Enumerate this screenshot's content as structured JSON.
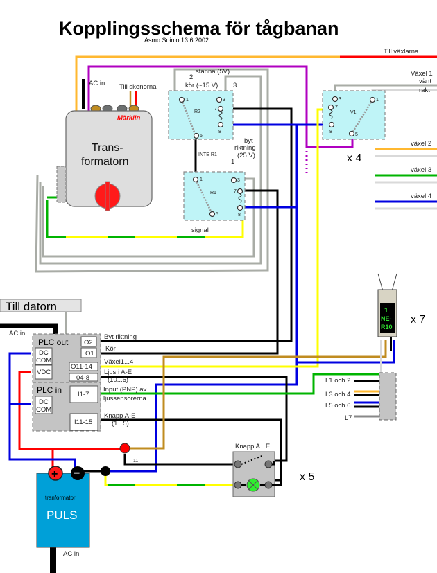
{
  "title": "Kopplingsschema för tågbanan",
  "subtitle": "Asmo Soinio 13.6.2002",
  "top_labels": {
    "till_vaxlarna": "Till växlarna",
    "ac_in": "AC in",
    "till_skenorna": "Till skenorna"
  },
  "transformer": {
    "brand": "Märklin",
    "line1": "Trans-",
    "line2": "formatorn"
  },
  "relay_r2": {
    "name": "R2",
    "stanna": "stanna (5V)",
    "kor": "kör (~15 V)",
    "wire_2": "2",
    "wire_3": "3",
    "t1": "1",
    "t3": "3",
    "t7": "7",
    "t8": "8",
    "t5": "5"
  },
  "relay_r1": {
    "name": "R1",
    "inte_r1": "INTE R1",
    "byt1": "byt",
    "byt2": "riktning",
    "byt3": "(25 V)",
    "wire_1": "1",
    "signal": "signal",
    "t1": "1",
    "t3": "3",
    "t7": "7",
    "t8": "8",
    "t5": "5"
  },
  "relay_v1": {
    "name": "V1",
    "vaxel1": "Växel 1",
    "vant": "vänt",
    "rakt": "rakt",
    "t1": "1",
    "t3": "3",
    "t7": "7",
    "t8": "8",
    "t5": "5",
    "multiplier": "x 4"
  },
  "vaxel_labels": [
    "växel 2",
    "växel 3",
    "växel 4"
  ],
  "computer": {
    "till_datorn": "Till datorn",
    "ac_in": "AC in"
  },
  "plc_out": {
    "title": "PLC out",
    "dc_com_1": "DC",
    "dc_com_2": "COM",
    "vdc": "VDC",
    "o2": "O2",
    "o1": "O1",
    "o11_14": "O11-14",
    "o4_8": "04-8"
  },
  "plc_in": {
    "title": "PLC in",
    "dc_com_1": "DC",
    "dc_com_2": "COM",
    "i1_7": "I1-7",
    "i11_15": "I11-15"
  },
  "plc_labels": {
    "byt_riktning": "Byt riktning",
    "kor": "Kör",
    "vaxel": "Växel1...4",
    "ljus1": "Ljus i A-E",
    "ljus2": "(10...6)",
    "input1": "Input (PNP) av",
    "input2": "ljussensorerna",
    "knapp1": "Knapp A-E",
    "knapp2": "(1...5)"
  },
  "sensor": {
    "l1": "1",
    "l2": "NE-",
    "l3": "R10",
    "multiplier": "x 7",
    "outputs": [
      "L1 och 2",
      "L3 och 4",
      "L5 och 6",
      "L7"
    ]
  },
  "button": {
    "label": "Knapp A...E",
    "multiplier": "x 5",
    "wire_11": "11"
  },
  "puls": {
    "small": "tranformator",
    "big": "PULS",
    "plus": "+",
    "minus": "−",
    "ac_in": "AC in"
  },
  "colors": {
    "black": "#000000",
    "gray": "#a9aca6",
    "lightgray": "#d9d9d9",
    "blue": "#0000e0",
    "red": "#ff0000",
    "yellow": "#ffff00",
    "green": "#00b400",
    "orange": "#ffb830",
    "purple": "#b000c0",
    "brown": "#c08c20",
    "cyan_relay": "#bff4f7",
    "puls_blue": "#00a0d8"
  }
}
